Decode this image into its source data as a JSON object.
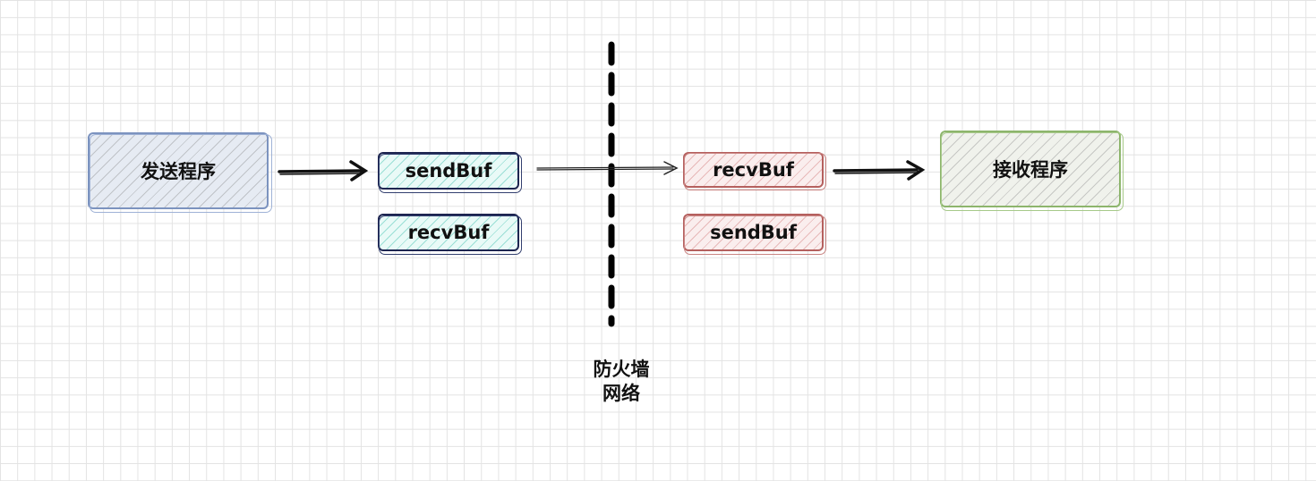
{
  "nodes": {
    "sender": "发送程序",
    "sender_sendbuf": "sendBuf",
    "sender_recvbuf": "recvBuf",
    "receiver_recvbuf": "recvBuf",
    "receiver_sendbuf": "sendBuf",
    "receiver": "接收程序"
  },
  "firewall": {
    "line1": "防火墙",
    "line2": "网络"
  },
  "colors": {
    "sender_border": "#7c93bf",
    "local_buffer_border": "#1d2550",
    "remote_buffer_border": "#b5605e",
    "receiver_border": "#8db56c",
    "arrow": "#111111"
  }
}
